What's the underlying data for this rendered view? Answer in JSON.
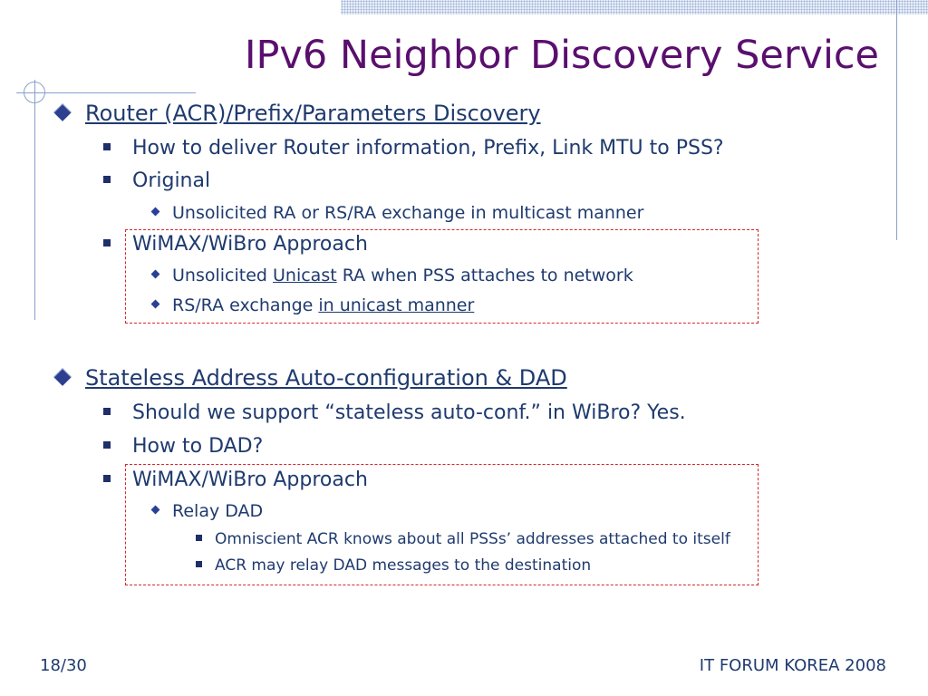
{
  "slide": {
    "title": "IPv6 Neighbor Discovery Service",
    "footer_left": "18/30",
    "footer_right": "IT FORUM KOREA 2008"
  },
  "section1": {
    "heading": "Router (ACR)/Prefix/Parameters Discovery",
    "b1": "How to deliver Router information, Prefix, Link MTU to PSS?",
    "b2": "Original",
    "b2_sub": "Unsolicited RA or RS/RA exchange in multicast manner",
    "b3": "WiMAX/WiBro Approach",
    "b3_sub1_pre": "Unsolicited ",
    "b3_sub1_u": "Unicast",
    "b3_sub1_post": " RA when PSS attaches to network",
    "b3_sub2_pre": "RS/RA exchange ",
    "b3_sub2_u": "in unicast manner"
  },
  "section2": {
    "heading": "Stateless Address Auto-configuration & DAD",
    "b1": "Should we support “stateless auto-conf.” in WiBro? Yes.",
    "b2": "How to DAD?",
    "b3": "WiMAX/WiBro Approach",
    "b3_sub": "Relay DAD",
    "b3_sub_sub1": "Omniscient ACR knows about all PSSs’ addresses attached to itself",
    "b3_sub_sub2": "ACR may relay DAD messages to the destination"
  }
}
